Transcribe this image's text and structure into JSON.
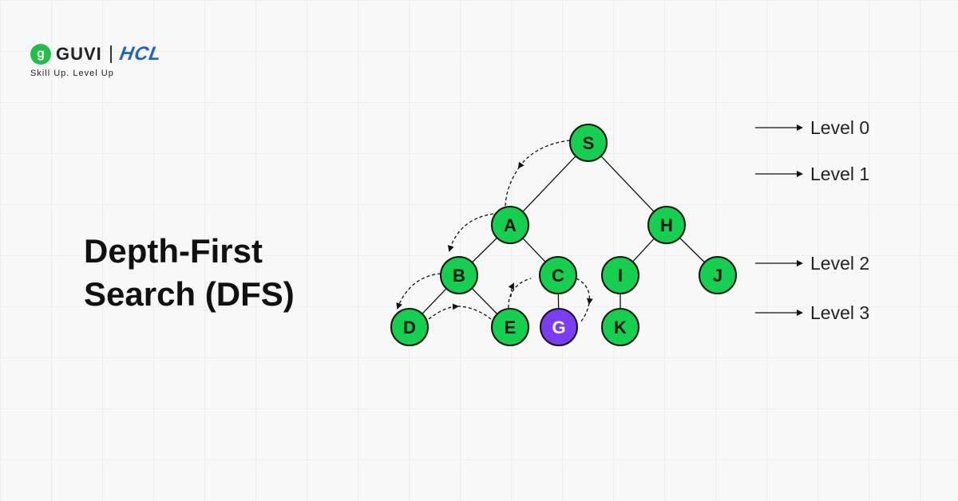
{
  "brand": {
    "guvi": "GUVI",
    "guvi_mark": "g",
    "hcl": "HCL",
    "tagline": "Skill Up. Level Up"
  },
  "title": {
    "line1": "Depth-First",
    "line2": "Search (DFS)"
  },
  "colors": {
    "node_fill": "#13d14e",
    "goal_fill": "#7b3cf5",
    "node_stroke": "#111111",
    "edge": "#111111",
    "brand_green": "#1fbf49",
    "brand_blue": "#1e64c8"
  },
  "graph": {
    "nodes": [
      {
        "id": "S",
        "level": 0,
        "goal": false
      },
      {
        "id": "A",
        "level": 1,
        "goal": false
      },
      {
        "id": "H",
        "level": 1,
        "goal": false
      },
      {
        "id": "B",
        "level": 2,
        "goal": false
      },
      {
        "id": "C",
        "level": 2,
        "goal": false
      },
      {
        "id": "I",
        "level": 2,
        "goal": false
      },
      {
        "id": "J",
        "level": 2,
        "goal": false
      },
      {
        "id": "D",
        "level": 3,
        "goal": false
      },
      {
        "id": "E",
        "level": 3,
        "goal": false
      },
      {
        "id": "G",
        "level": 3,
        "goal": true
      },
      {
        "id": "K",
        "level": 3,
        "goal": false
      }
    ],
    "edges": [
      [
        "S",
        "A"
      ],
      [
        "S",
        "H"
      ],
      [
        "A",
        "B"
      ],
      [
        "A",
        "C"
      ],
      [
        "H",
        "I"
      ],
      [
        "H",
        "J"
      ],
      [
        "B",
        "D"
      ],
      [
        "B",
        "E"
      ],
      [
        "C",
        "G"
      ],
      [
        "I",
        "K"
      ]
    ],
    "traversal": [
      "S",
      "A",
      "B",
      "D",
      "E",
      "C",
      "G"
    ]
  },
  "levels": [
    "Level 0",
    "Level 1",
    "Level 2",
    "Level 3"
  ]
}
